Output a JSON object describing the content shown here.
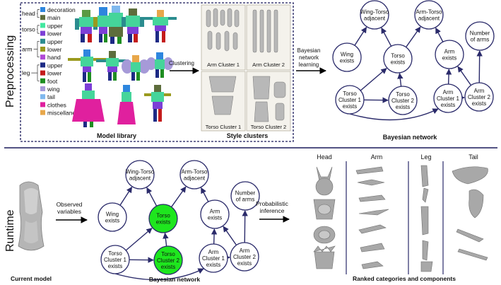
{
  "sections": {
    "preprocessing": "Preprocessing",
    "runtime": "Runtime"
  },
  "legend": {
    "groups": {
      "head": "head",
      "torso": "torso",
      "arm": "arm",
      "leg": "leg"
    },
    "items": [
      {
        "label": "decoration",
        "color": "#2e86de"
      },
      {
        "label": "main",
        "color": "#5d6d3c"
      },
      {
        "label": "upper",
        "color": "#41e8a0"
      },
      {
        "label": "lower",
        "color": "#7c3fd6"
      },
      {
        "label": "upper",
        "color": "#2b8c8f"
      },
      {
        "label": "lower",
        "color": "#9a9a1e"
      },
      {
        "label": "hand",
        "color": "#b04ad6"
      },
      {
        "label": "upper",
        "color": "#1d2a85"
      },
      {
        "label": "lower",
        "color": "#c41b1b"
      },
      {
        "label": "foot",
        "color": "#1f8e22"
      },
      {
        "label": "wing",
        "color": "#a69ad8"
      },
      {
        "label": "tail",
        "color": "#7fb8ee"
      },
      {
        "label": "clothes",
        "color": "#e0209e"
      },
      {
        "label": "miscellaneous",
        "color": "#e8a74a"
      }
    ]
  },
  "captions": {
    "model_library": "Model library",
    "style_clusters": "Style clusters",
    "bayesian_network_top": "Bayesian network",
    "bayesian_network_bottom": "Bayesian network",
    "current_model": "Current model",
    "ranked": "Ranked categories and components"
  },
  "arrows": {
    "clustering": "Clustering",
    "bn_learning": [
      "Bayesian",
      "network",
      "learning"
    ],
    "observed": [
      "Observed",
      "variables"
    ],
    "probabilistic": [
      "Probabilistic",
      "inference"
    ]
  },
  "clusters": [
    "Arm Cluster 1",
    "Arm Cluster 2",
    "Torso Cluster 1",
    "Torso Cluster 2"
  ],
  "bn_nodes": {
    "wing_torso": [
      "Wing-Torso",
      "adjacent"
    ],
    "arm_torso": [
      "Arm-Torso",
      "adjacent"
    ],
    "wing": [
      "Wing",
      "exists"
    ],
    "torso": [
      "Torso",
      "exists"
    ],
    "arm": [
      "Arm",
      "exists"
    ],
    "num_arms": [
      "Number",
      "of arms"
    ],
    "tc1": [
      "Torso",
      "Cluster 1",
      "exists"
    ],
    "tc2": [
      "Torso",
      "Cluster 2",
      "exists"
    ],
    "ac1": [
      "Arm",
      "Cluster 1",
      "exists"
    ],
    "ac2": [
      "Arm",
      "Cluster 2",
      "exists"
    ]
  },
  "highlight_color": "#1ee61e",
  "columns": [
    "Head",
    "Arm",
    "Leg",
    "Tail"
  ]
}
